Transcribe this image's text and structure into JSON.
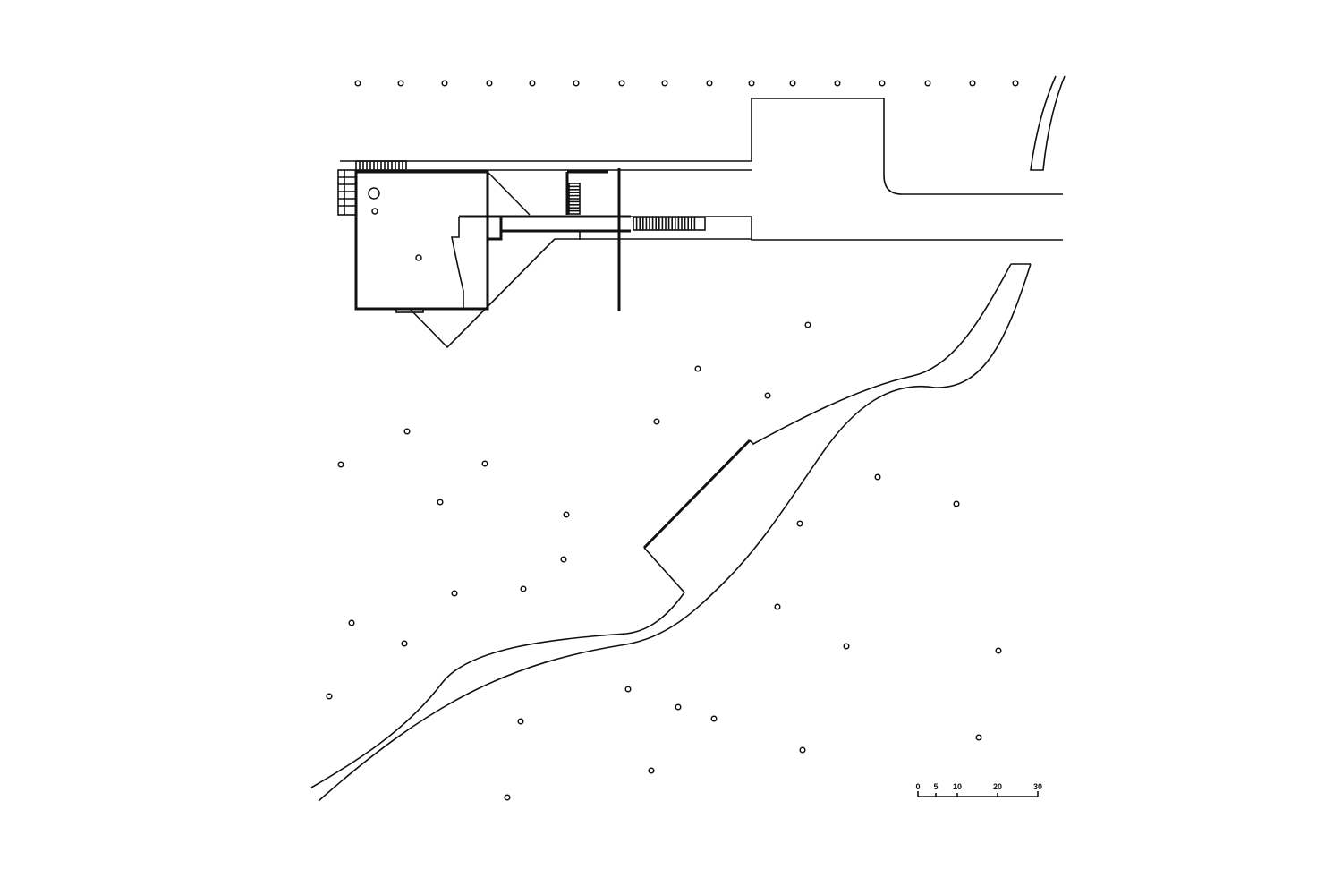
{
  "scale_bar": {
    "ticks": [
      "0",
      "5",
      "10",
      "20",
      "30"
    ],
    "values": [
      0,
      5,
      10,
      20,
      30
    ]
  },
  "colors": {
    "ink": "#111111",
    "paper": "#ffffff"
  }
}
